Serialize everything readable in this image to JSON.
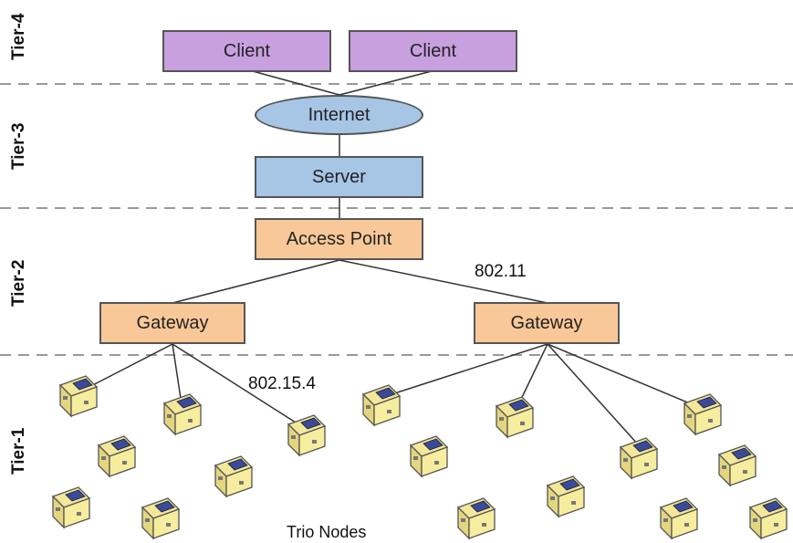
{
  "tiers": [
    "Tier-4",
    "Tier-3",
    "Tier-2",
    "Tier-1"
  ],
  "nodes": {
    "client_1": "Client",
    "client_2": "Client",
    "internet": "Internet",
    "server": "Server",
    "access_point": "Access Point",
    "gateway_left": "Gateway",
    "gateway_right": "Gateway"
  },
  "link_labels": {
    "wifi": "802.11",
    "zigbee": "802.15.4"
  },
  "caption": "Trio Nodes",
  "colors": {
    "client": "#c8a0e0",
    "blue": "#a7c6e6",
    "orange": "#f8c898",
    "sensor": "#f3e79a",
    "divider": "#999999"
  }
}
